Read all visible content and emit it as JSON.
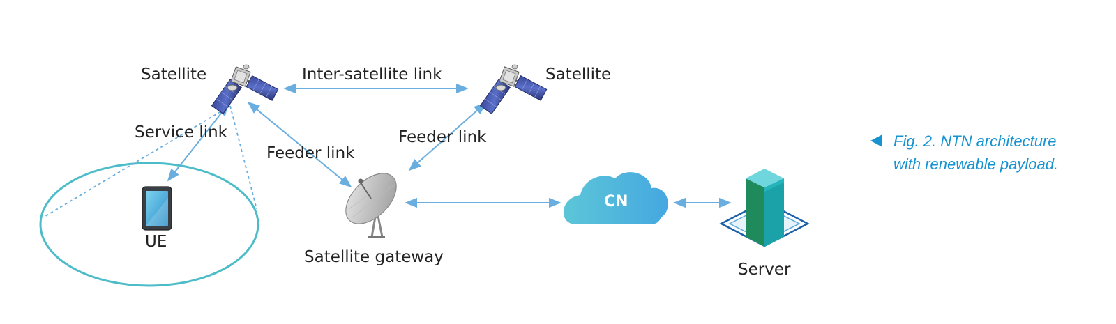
{
  "labels": {
    "satellite_left": "Satellite",
    "satellite_right": "Satellite",
    "inter_satellite_link": "Inter-satellite link",
    "service_link": "Service link",
    "feeder_link_left": "Feeder link",
    "feeder_link_right": "Feeder link",
    "ue": "UE",
    "satellite_gateway": "Satellite gateway",
    "cn": "CN",
    "server": "Server"
  },
  "caption": {
    "line1": "Fig. 2. NTN architecture",
    "line2": "with renewable payload."
  },
  "colors": {
    "link": "#6aaee0",
    "coverage": "#4cbcc8",
    "caption": "#1793d1",
    "cloud_start": "#5cc6d8",
    "cloud_end": "#45a8e0",
    "server_green": "#1f8a5c",
    "server_teal": "#3bb8c8"
  },
  "icons": [
    "satellite-icon",
    "tablet-icon",
    "dish-antenna-icon",
    "cloud-icon",
    "server-icon"
  ]
}
